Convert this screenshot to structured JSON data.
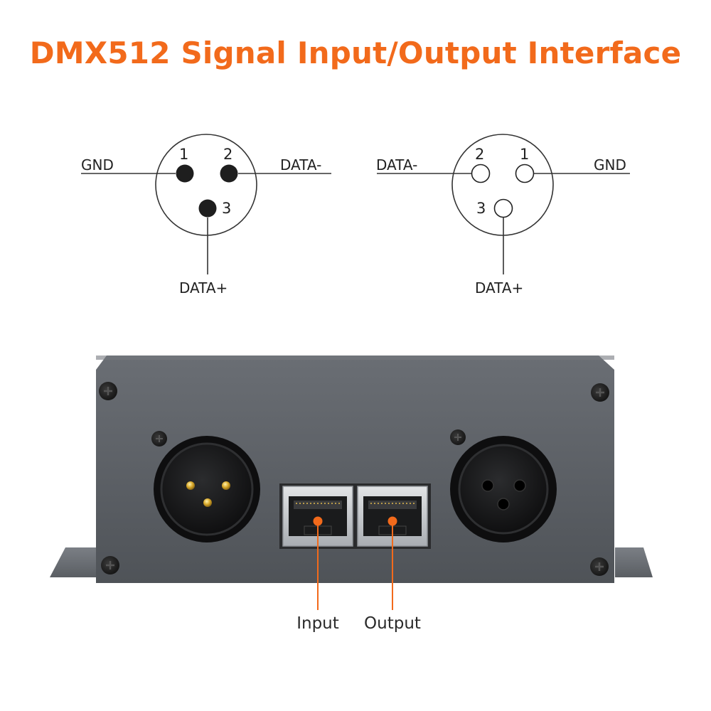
{
  "title": "DMX512 Signal Input/Output Interface",
  "colors": {
    "accent": "#f26a1b",
    "housing": "#5c6066",
    "text": "#222222"
  },
  "male_connector": {
    "gnd_label": "GND",
    "data_minus_label": "DATA-",
    "data_plus_label": "DATA+",
    "pin1": "1",
    "pin2": "2",
    "pin3": "3"
  },
  "female_connector": {
    "gnd_label": "GND",
    "data_minus_label": "DATA-",
    "data_plus_label": "DATA+",
    "pin1": "1",
    "pin2": "2",
    "pin3": "3"
  },
  "rj45": {
    "input_label": "Input",
    "output_label": "Output"
  }
}
